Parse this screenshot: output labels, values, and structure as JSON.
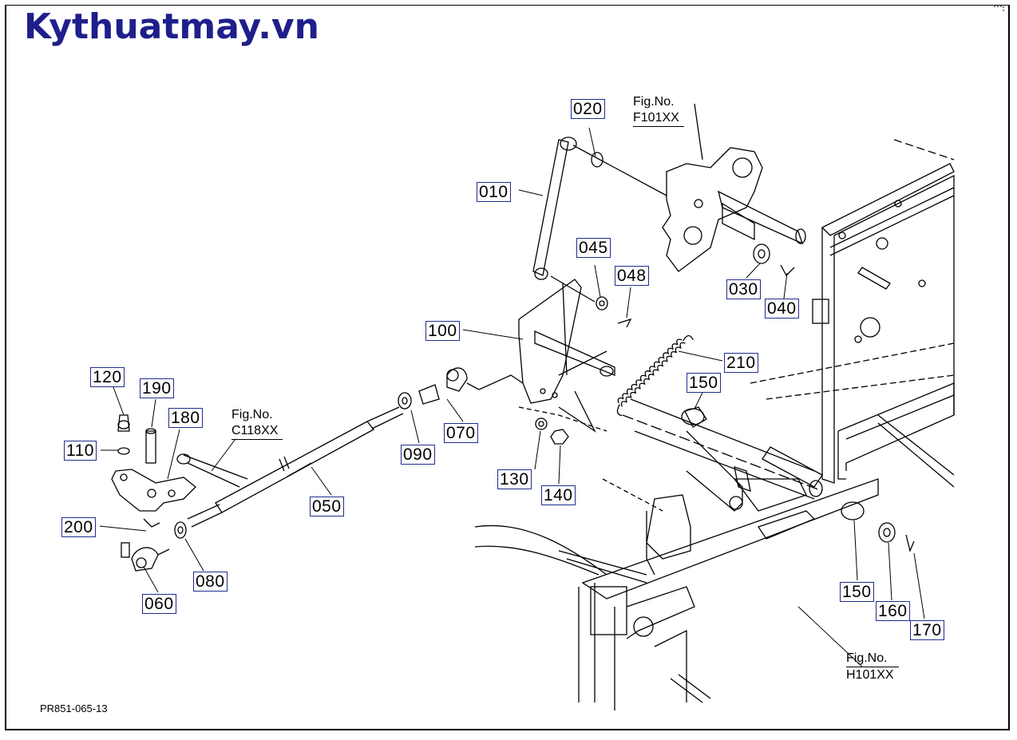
{
  "brand": "Kythuatmay.vn",
  "footer_code": "PR851-065-13",
  "figure_refs": [
    {
      "line1": "Fig.No.",
      "line2": "F101XX"
    },
    {
      "line1": "Fig.No.",
      "line2": "C118XX"
    },
    {
      "line1": "Fig.No.",
      "line2": "H101XX"
    }
  ],
  "part_labels": [
    "020",
    "010",
    "045",
    "048",
    "030",
    "040",
    "100",
    "210",
    "150",
    "070",
    "090",
    "130",
    "140",
    "120",
    "190",
    "180",
    "110",
    "050",
    "200",
    "080",
    "060",
    "150",
    "160",
    "170"
  ]
}
